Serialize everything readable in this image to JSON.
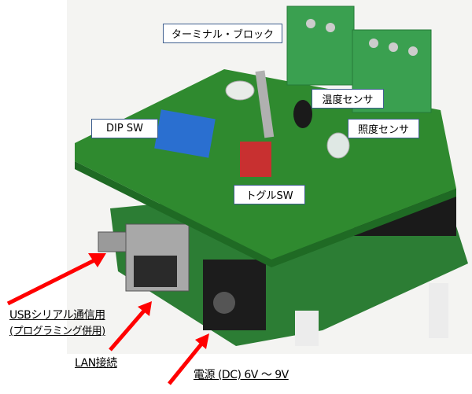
{
  "labels": {
    "terminal_block": "ターミナル・ブロック",
    "temp_sensor": "温度センサ",
    "light_sensor": "照度センサ",
    "dip_sw": "DIP SW",
    "toggle_sw": "トグルSW"
  },
  "captions": {
    "usb_line1": "USBシリアル通信用",
    "usb_line2": "(プログラミング併用)",
    "lan": "LAN接続",
    "power": "電源 (DC) 6V ～ 9V"
  },
  "colors": {
    "pcb": "#2f8a2f",
    "terminal": "#3aa050",
    "dip": "#2a6fd0",
    "toggle": "#c83030",
    "arrow": "#ff0000",
    "label_border": "#3f5f8f"
  }
}
